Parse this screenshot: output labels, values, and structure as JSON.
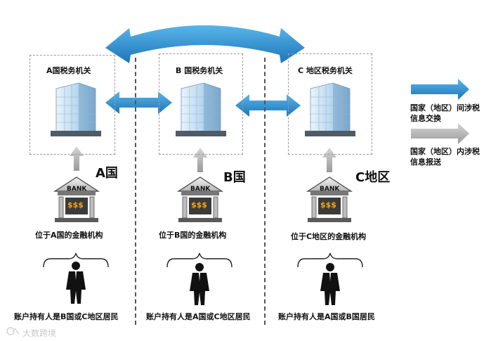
{
  "authorities": [
    {
      "name": "A国税务机关",
      "country": "A国",
      "institution": "位于A国的金融机构",
      "residents": "账户持有人是B国或C地区居民"
    },
    {
      "name": "B 国税务机关",
      "country": "B国",
      "institution": "位于B国的金融机构",
      "residents": "账户持有人是A国或C地区居民"
    },
    {
      "name": "C 地区税务机关",
      "country": "C地区",
      "institution": "位于C地区的金融机构",
      "residents": "账户持有人是A国或B国居民"
    }
  ],
  "bank": {
    "sign": "BANK",
    "money": "$$$"
  },
  "legend": {
    "exchange": "国家（地区）间涉税信息交换",
    "reporting": "国家（地区）内涉税信息报送"
  },
  "colors": {
    "exchange_arrow": "#2f8fcf",
    "reporting_arrow": "#a8a8a8"
  },
  "watermark": "大数跨境"
}
